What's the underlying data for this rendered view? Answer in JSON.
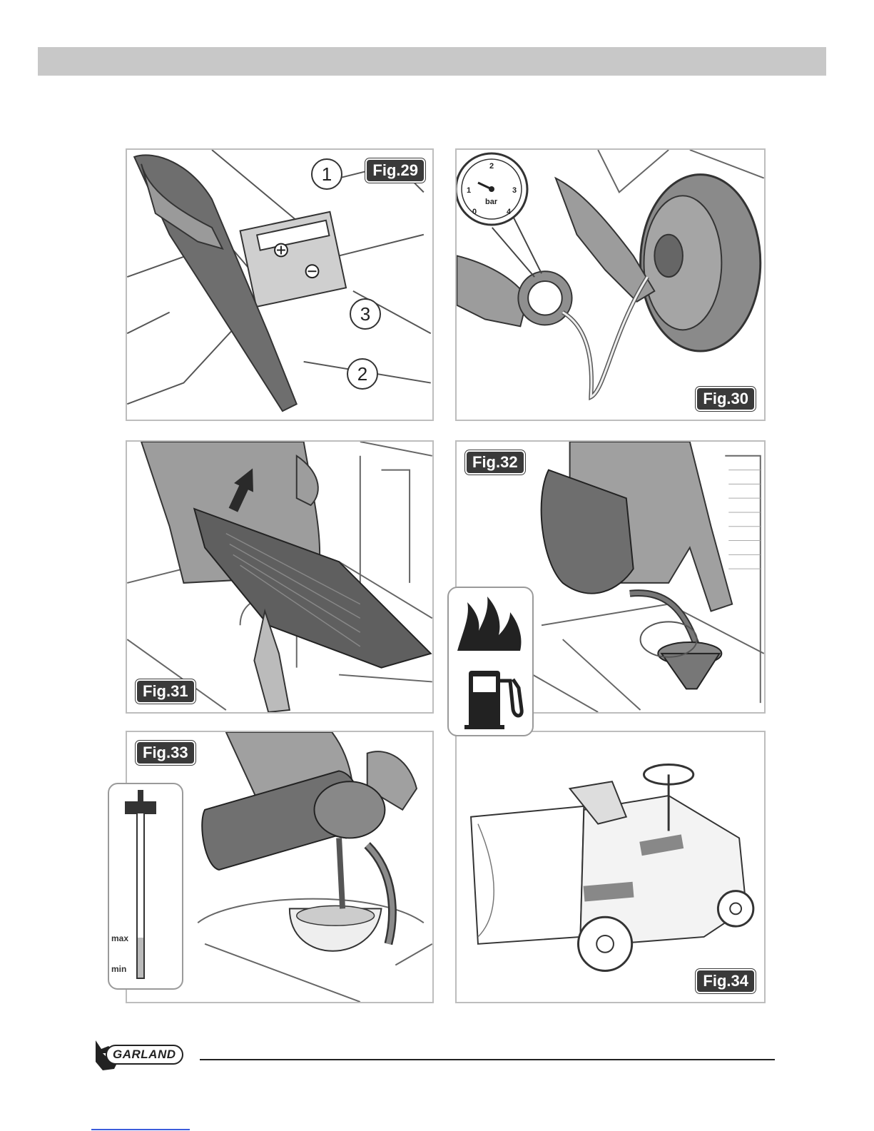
{
  "figures": {
    "fig29": {
      "label": "Fig.29",
      "callouts": [
        "1",
        "2",
        "3"
      ]
    },
    "fig30": {
      "label": "Fig.30",
      "gauge": {
        "ticks": [
          "0",
          "1",
          "2",
          "3",
          "4"
        ],
        "unit": "bar"
      }
    },
    "fig31": {
      "label": "Fig.31"
    },
    "fig32": {
      "label": "Fig.32"
    },
    "fig33": {
      "label": "Fig.33",
      "dipstick": {
        "max_label": "max",
        "min_label": "min"
      }
    },
    "fig34": {
      "label": "Fig.34"
    }
  },
  "branding": {
    "logo_text": "GARLAND"
  },
  "icons": [
    "flame-icon",
    "fuel-pump-icon",
    "pressure-gauge-icon",
    "dipstick-icon",
    "arrow-up-icon"
  ]
}
